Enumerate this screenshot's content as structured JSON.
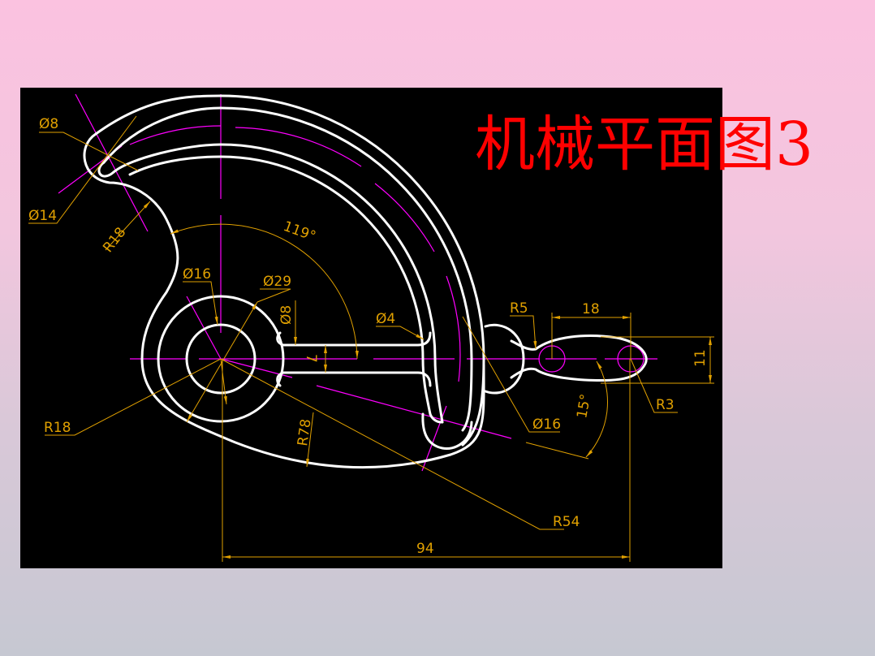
{
  "slide": {
    "title": "机械平面图3",
    "background_gradient": [
      "#fbc2e0",
      "#c6c8d2"
    ],
    "title_color": "#ff0000"
  },
  "drawing": {
    "background": "#000000",
    "colors": {
      "outline": "#ffffff",
      "centerline": "#ff00ff",
      "dimension": "#e0a000"
    },
    "dimensions": {
      "d8_top": "Ø8",
      "d14": "Ø14",
      "r18_top": "R18",
      "angle_119": "119°",
      "d16_hub": "Ø16",
      "d29_hub": "Ø29",
      "d8_slot": "Ø8",
      "d4": "Ø4",
      "slot_width": "7",
      "r5": "R5",
      "len_18": "18",
      "height_11": "11",
      "r3": "R3",
      "d16_right": "Ø16",
      "angle_15": "15°",
      "r18_left": "R18",
      "r78": "R78",
      "r54": "R54",
      "len_94": "94"
    }
  }
}
